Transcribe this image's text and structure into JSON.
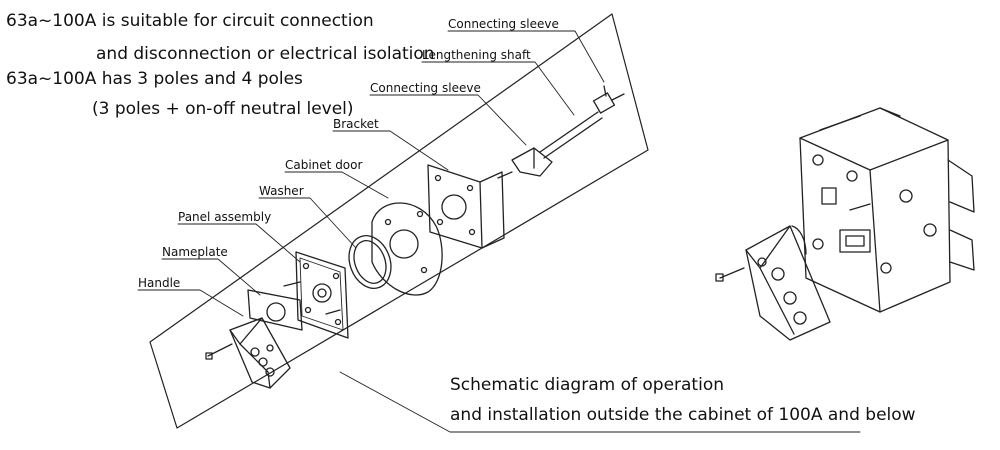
{
  "intro": {
    "line1": "63a~100A is suitable for circuit connection",
    "line2": "and disconnection or electrical isolation",
    "line3": "63a~100A has 3 poles and 4 poles",
    "line4": "(3 poles + on-off neutral level)"
  },
  "labels": {
    "connecting_sleeve_top": "Connecting sleeve",
    "lengthening_shaft": "Lengthening shaft",
    "connecting_sleeve_mid": "Connecting sleeve",
    "bracket": "Bracket",
    "cabinet_door": "Cabinet door",
    "washer": "Washer",
    "panel_assembly": "Panel assembly",
    "nameplate": "Nameplate",
    "handle": "Handle"
  },
  "caption": {
    "line1": "Schematic diagram of operation",
    "line2": "and installation outside the cabinet of 100A and below"
  }
}
